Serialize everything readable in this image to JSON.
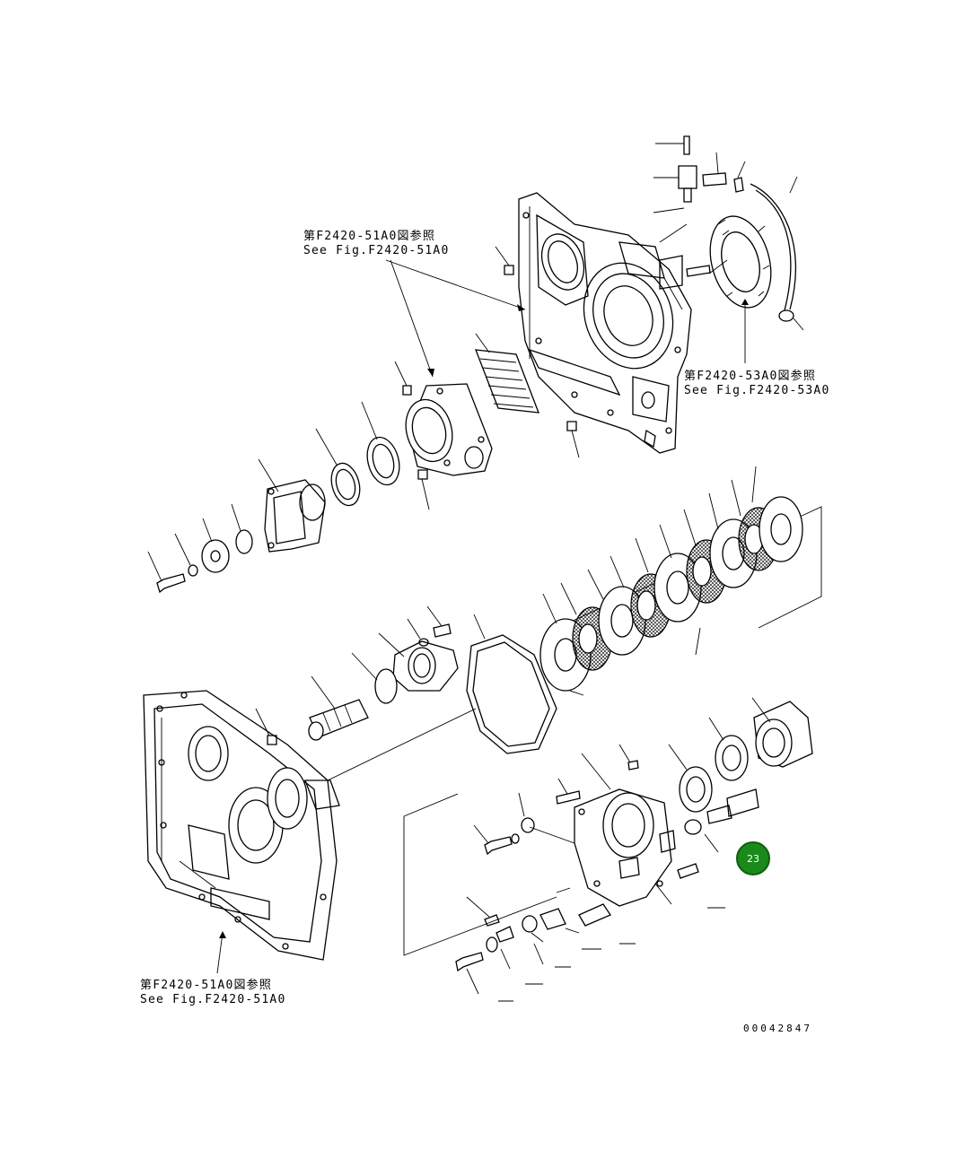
{
  "references": {
    "top_left": {
      "jp": "第F2420-51A0図参照",
      "en": "See Fig.F2420-51A0"
    },
    "top_right": {
      "jp": "第F2420-53A0図参照",
      "en": "See Fig.F2420-53A0"
    },
    "bottom_left": {
      "jp": "第F2420-51A0図参照",
      "en": "See Fig.F2420-51A0"
    }
  },
  "drawing_number": "00042847",
  "highlighted_part": {
    "label": "23",
    "color": "#1a8a1a"
  }
}
